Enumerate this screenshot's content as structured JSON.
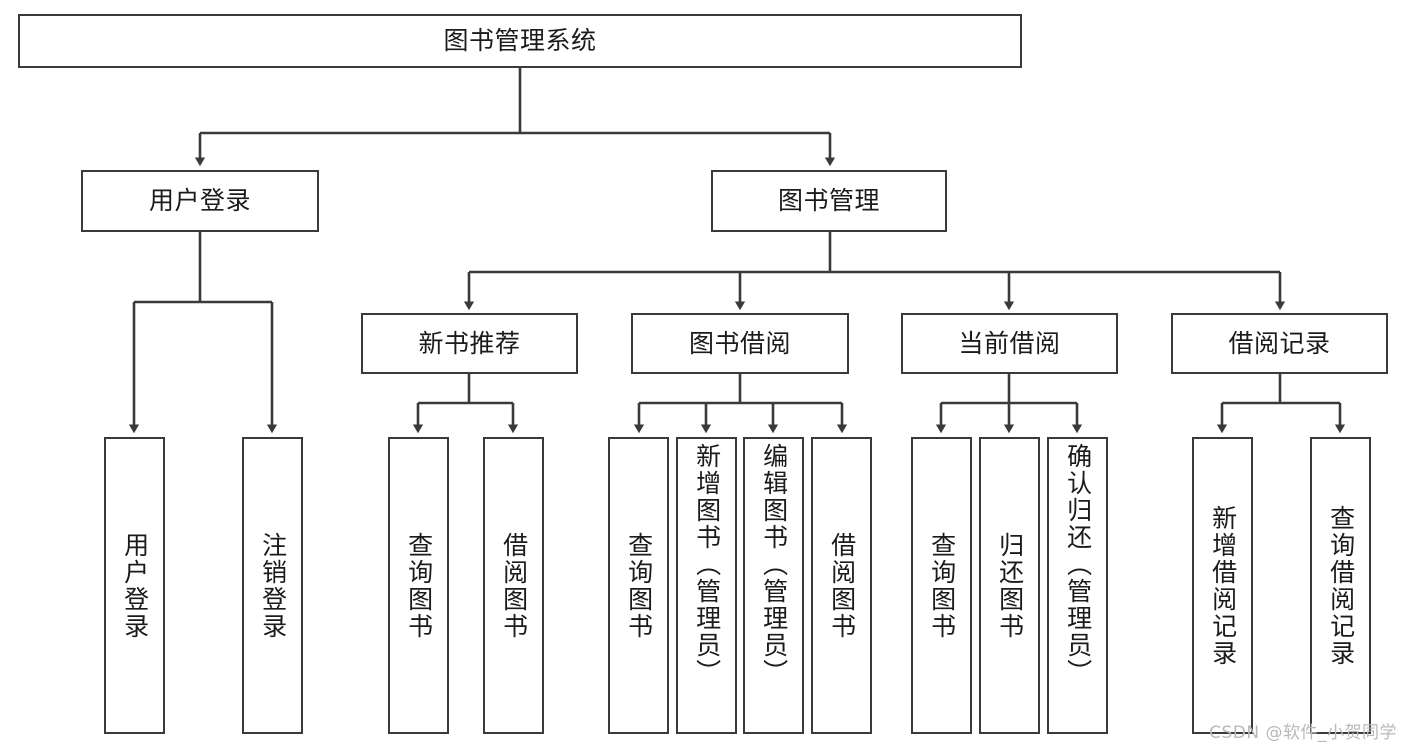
{
  "diagram": {
    "title": "图书管理系统",
    "watermark": "CSDN @软件_小贺同学",
    "line_color": "#3a3a3a",
    "box_fill": "#ffffff",
    "text_color": "#1b1b1b",
    "root": {
      "label": "图书管理系统"
    },
    "level2": [
      {
        "label": "用户登录"
      },
      {
        "label": "图书管理"
      }
    ],
    "level3": [
      {
        "label": "新书推荐"
      },
      {
        "label": "图书借阅"
      },
      {
        "label": "当前借阅"
      },
      {
        "label": "借阅记录"
      }
    ],
    "leaves": {
      "user_login": [
        {
          "label": "用户登录"
        },
        {
          "label": "注销登录"
        }
      ],
      "new_book": [
        {
          "label": "查询图书"
        },
        {
          "label": "借阅图书"
        }
      ],
      "book_borrow": [
        {
          "label": "查询图书"
        },
        {
          "label": "新增图书（管理员）"
        },
        {
          "label": "编辑图书（管理员）"
        },
        {
          "label": "借阅图书"
        }
      ],
      "current_borrow": [
        {
          "label": "查询图书"
        },
        {
          "label": "归还图书"
        },
        {
          "label": "确认归还（管理员）"
        }
      ],
      "borrow_record": [
        {
          "label": "新增借阅记录"
        },
        {
          "label": "查询借阅记录"
        }
      ]
    }
  }
}
